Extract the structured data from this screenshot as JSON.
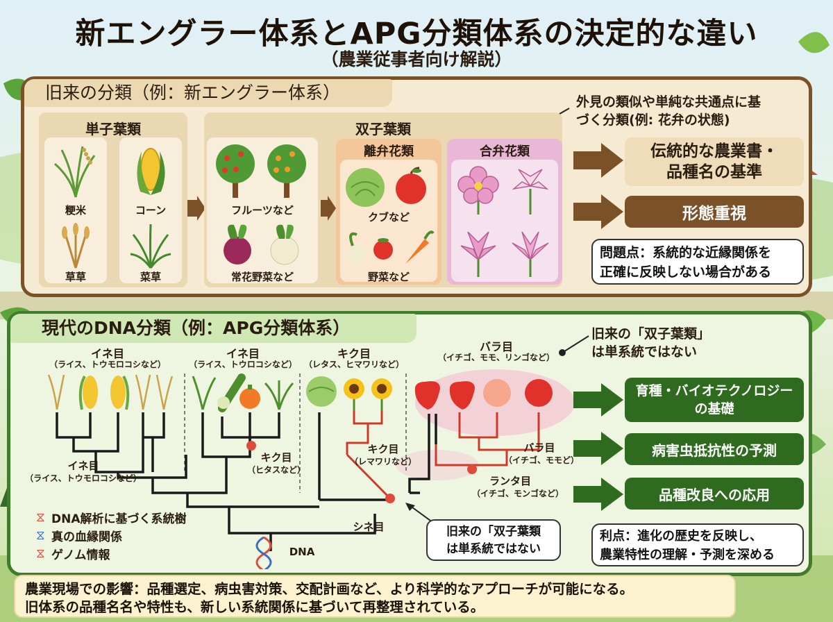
{
  "title": "新エングラー体系とAPG分類体系の決定的な違い",
  "subtitle": "（農業従事者向け解説）",
  "old_system": {
    "header": "旧来の分類（例：新エングラー体系）",
    "callout": [
      "外見の類似や単純な共通点に基",
      "づく分類(例: 花弁の状態)"
    ],
    "monocot": {
      "title": "単子葉類",
      "items": [
        "粳米",
        "コーン",
        "草草",
        "菜草"
      ]
    },
    "dicot": {
      "title": "双子葉類",
      "fruits_label": "フルーツなど",
      "veg_label": "常花野菜など",
      "choripetalae": {
        "title": "離弁花類",
        "items": [
          "クブなど",
          "野菜など"
        ]
      },
      "sympetalae": {
        "title": "合弁花類"
      }
    },
    "results": [
      "伝統的な農業書・",
      "品種名の基準",
      "形態重視"
    ],
    "problem": [
      "問題点：系統的な近縁関係を",
      "正確に反映しない場合がある"
    ]
  },
  "new_system": {
    "header": "現代のDNA分類（例：APG分類体系）",
    "callout": [
      "旧来の「双子葉類」",
      "は単系統ではない"
    ],
    "groups": [
      {
        "name": "イネ目",
        "sub": "（ライス、トウモロコシなど）"
      },
      {
        "name": "イネ目",
        "sub": "（ライス、トウロコシなど）"
      },
      {
        "name": "キク目",
        "sub": "（レタス、ヒマワリなど）"
      },
      {
        "name": "バラ目",
        "sub": "（イチゴ、モモ、リンゴなど）"
      }
    ],
    "tree_labels": {
      "ine": "イネ目",
      "ine_sub": "（ライス、トウモロコシなど）",
      "kiku1": "キク目",
      "kiku1_sub": "（ヒタスなど）",
      "kiku2": "キク目",
      "kiku2_sub": "（レマワリなど）",
      "bara": "バラ目",
      "bara_sub": "（イチゴ、モモど）",
      "ranta": "ランタ目",
      "ranta_sub": "（イチゴ、モンゴなど）",
      "shine": "シネ目",
      "dna": "DNA"
    },
    "bottom_callout": [
      "旧来の「双子葉類",
      "は単系統ではない"
    ],
    "legend": [
      "DNA解析に基づく系統樹",
      "真の血縁関係",
      "ゲノム情報"
    ],
    "results": [
      "育種・バイオテクノロジー",
      "の基礎",
      "病害虫抵抗性の予測",
      "品種改良への応用"
    ],
    "benefit": [
      "利点：進化の歴史を反映し、",
      "農業特性の理解・予測を深める"
    ]
  },
  "footer": [
    "農業現場での影響：品種選定、病虫害対策、交配計画など、より科学的なアプローチが可能になる。",
    "旧体系の品種名名や特性も、新しい系統関係に基づいて再整理されている。"
  ],
  "colors": {
    "brown": "#7b5128",
    "green": "#2e6b1f",
    "red": "#e04a3a"
  }
}
